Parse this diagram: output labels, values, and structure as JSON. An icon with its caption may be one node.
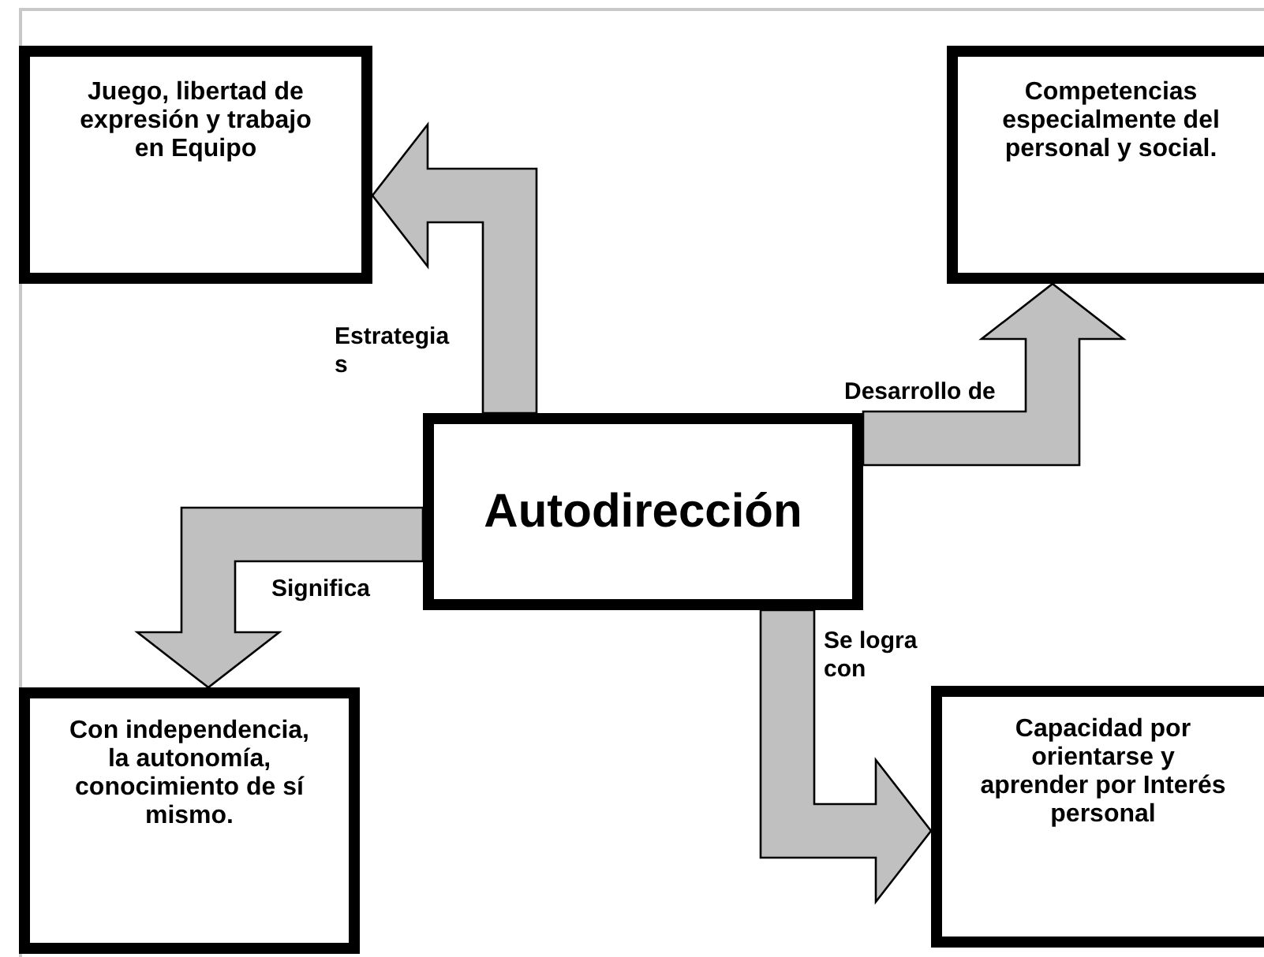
{
  "diagram": {
    "nodes": [
      {
        "text": [
          "Juego, libertad de expresión y trabajo en Equipo"
        ]
      },
      {
        "text": [
          "Competencias especialmente del personal y social."
        ]
      },
      {
        "text": [
          "Autodirección"
        ]
      },
      {
        "text": [
          "Con independencia, la autonomía, conocimiento de sí mismo."
        ]
      },
      {
        "text": [
          "Capacidad por orientarse y aprender por Interés personal"
        ]
      }
    ],
    "edges": [
      {
        "from": 2,
        "to": 0,
        "arrow": "to",
        "label": "Estrategia s"
      },
      {
        "from": 2,
        "to": 1,
        "arrow": "to",
        "label": "Desarrollo de"
      },
      {
        "from": 2,
        "to": 3,
        "arrow": "to",
        "label": "Significa"
      },
      {
        "from": 2,
        "to": 4,
        "arrow": "to",
        "label": "Se logra con"
      }
    ]
  }
}
